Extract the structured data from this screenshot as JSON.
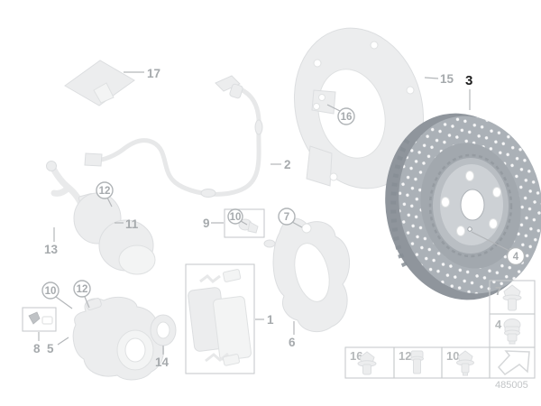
{
  "document": {
    "number": "485005"
  },
  "colors": {
    "background": "#ffffff",
    "highlight_part": "#a9afb5",
    "ghost_part": "#ecedee",
    "callout_label": "#a6aaad",
    "callout_emphasis": "#1e1e1e",
    "leader_line": "#b3b6b9"
  },
  "callouts": {
    "film": "17",
    "sensor_wire": "2",
    "dust_shield": "15",
    "brake_disc": "3",
    "shield_screw": "16",
    "lever": "13",
    "actuator": "11",
    "actuator_screw": "12",
    "bleeder": "9",
    "bleeder_cap": "10",
    "carrier_screw": "7",
    "pad_set": "1",
    "carrier": "6",
    "guide_pin": "10",
    "caliper_screw": "12",
    "repair_kit": "8",
    "caliper": "5",
    "seal_ring": "14",
    "hub_screw": "4"
  },
  "legend": {
    "bolt7": "7",
    "screw4": "4",
    "bolt16": "16",
    "bolt12": "12",
    "bolt10": "10"
  }
}
